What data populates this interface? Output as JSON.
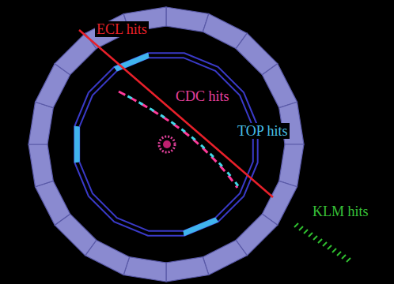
{
  "diagram": {
    "labels": [
      "ECL hits",
      "CDC hits",
      "TOP hits",
      "KLM hits"
    ]
  }
}
